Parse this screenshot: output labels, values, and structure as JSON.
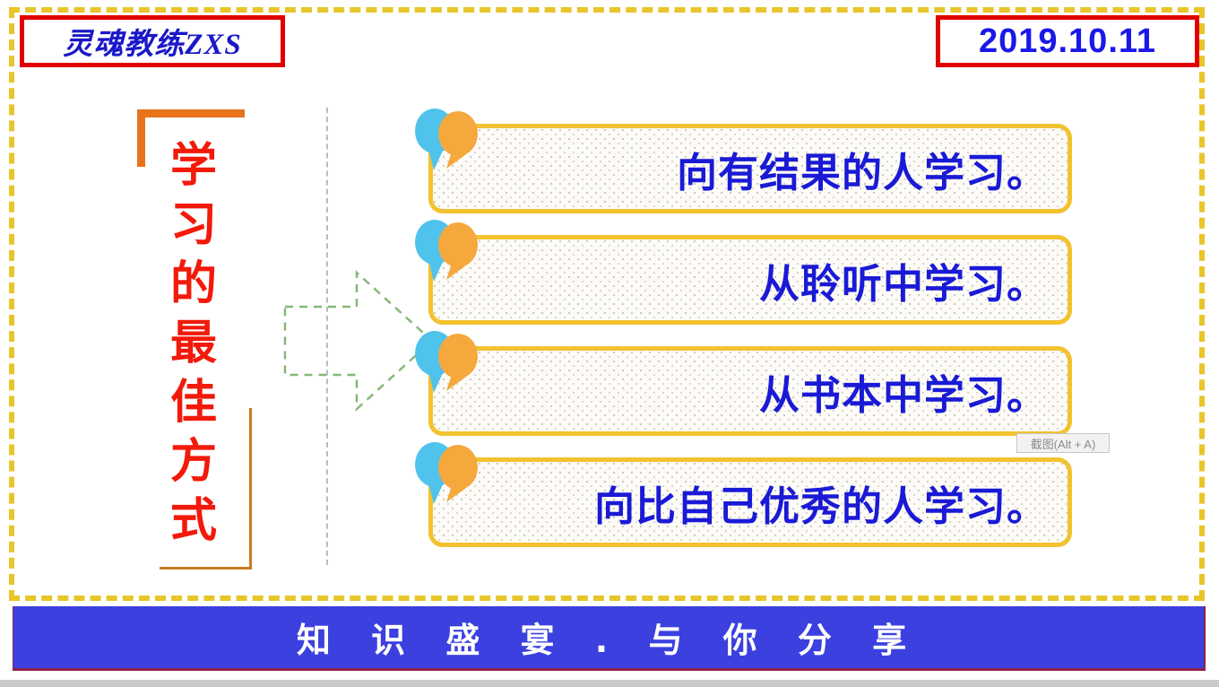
{
  "header": {
    "title_badge": "灵魂教练ZXS",
    "date_badge": "2019.10.11"
  },
  "left_panel": {
    "vertical_title": "学习的最佳方式",
    "vertical_title_chars": [
      "学",
      "习",
      "的",
      "最",
      "佳",
      "方",
      "式"
    ],
    "bracket_top_left_icon": "corner-bracket-icon",
    "bracket_bottom_right_icon": "corner-bracket-icon"
  },
  "connector": {
    "arrow_icon": "right-arrow-icon",
    "divider_icon": "dashed-divider-icon"
  },
  "cards": [
    {
      "text": "向有结果的人学习。",
      "icon": "speech-bubbles-icon"
    },
    {
      "text": "从聆听中学习。",
      "icon": "speech-bubbles-icon"
    },
    {
      "text": "从书本中学习。",
      "icon": "speech-bubbles-icon"
    },
    {
      "text": "向比自己优秀的人学习。",
      "icon": "speech-bubbles-icon"
    }
  ],
  "overlay": {
    "snip_tooltip": "截图(Alt + A)"
  },
  "footer": {
    "banner_text": "知 识 盛 宴 . 与 你 分 享"
  },
  "colors": {
    "frame_gold": "#E8C52A",
    "badge_red": "#E00000",
    "badge_blue": "#1A18C8",
    "title_red": "#F21A0A",
    "bracket_orange": "#E8731B",
    "card_border_gold": "#F2C230",
    "card_text_blue": "#1A1AD6",
    "bubble_cyan": "#4FC3EC",
    "bubble_orange": "#F5A83C",
    "arrow_green": "#86B87A",
    "banner_blue": "#3B40DF",
    "banner_edge": "#8E2246"
  }
}
